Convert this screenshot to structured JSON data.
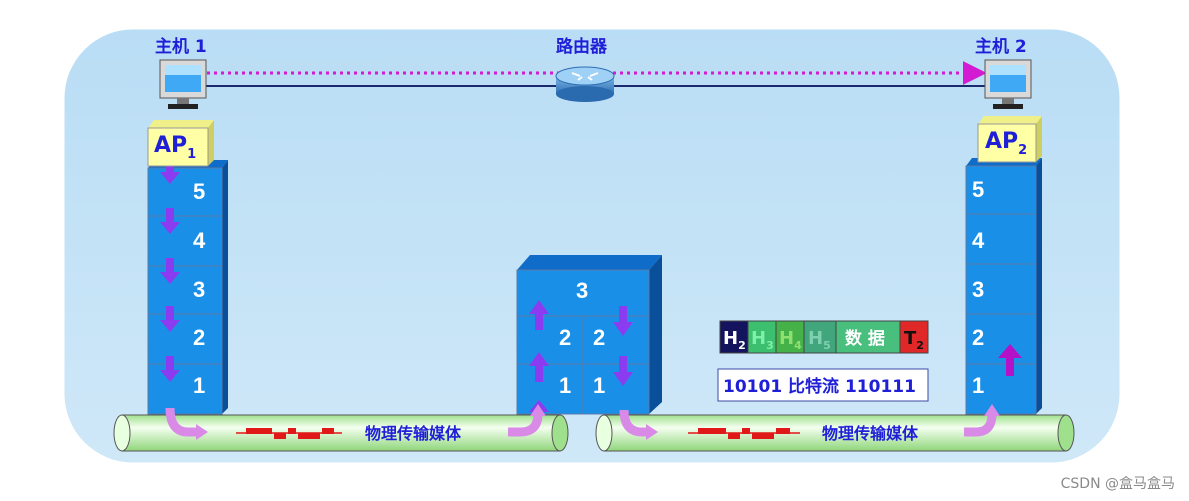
{
  "hosts": {
    "host1_label": "主机 1",
    "host2_label": "主机 2",
    "router_label": "路由器",
    "ap1_main": "AP",
    "ap1_sub": "1",
    "ap2_main": "AP",
    "ap2_sub": "2"
  },
  "stack_left": [
    "5",
    "4",
    "3",
    "2",
    "1"
  ],
  "stack_right": [
    "5",
    "4",
    "3",
    "2",
    "1"
  ],
  "router_stack": {
    "top": "3",
    "left": [
      "2",
      "1"
    ],
    "right": [
      "2",
      "1"
    ]
  },
  "media": {
    "left_label": "物理传输媒体",
    "right_label": "物理传输媒体"
  },
  "frame": {
    "h2_main": "H",
    "h2_sub": "2",
    "h3_main": "H",
    "h3_sub": "3",
    "h4_main": "H",
    "h4_sub": "4",
    "h5_main": "H",
    "h5_sub": "5",
    "data_label": "数 据",
    "t2_main": "T",
    "t2_sub": "2"
  },
  "bitstream": "10101 比特流 110111",
  "watermark": "CSDN @盒马盒马",
  "colors": {
    "background": "#c5e4f6",
    "layer": "#1a8fe8",
    "arrow": "#8b3cf0",
    "pipe": "#b9f0a8",
    "ap_box": "#ffffa6"
  }
}
